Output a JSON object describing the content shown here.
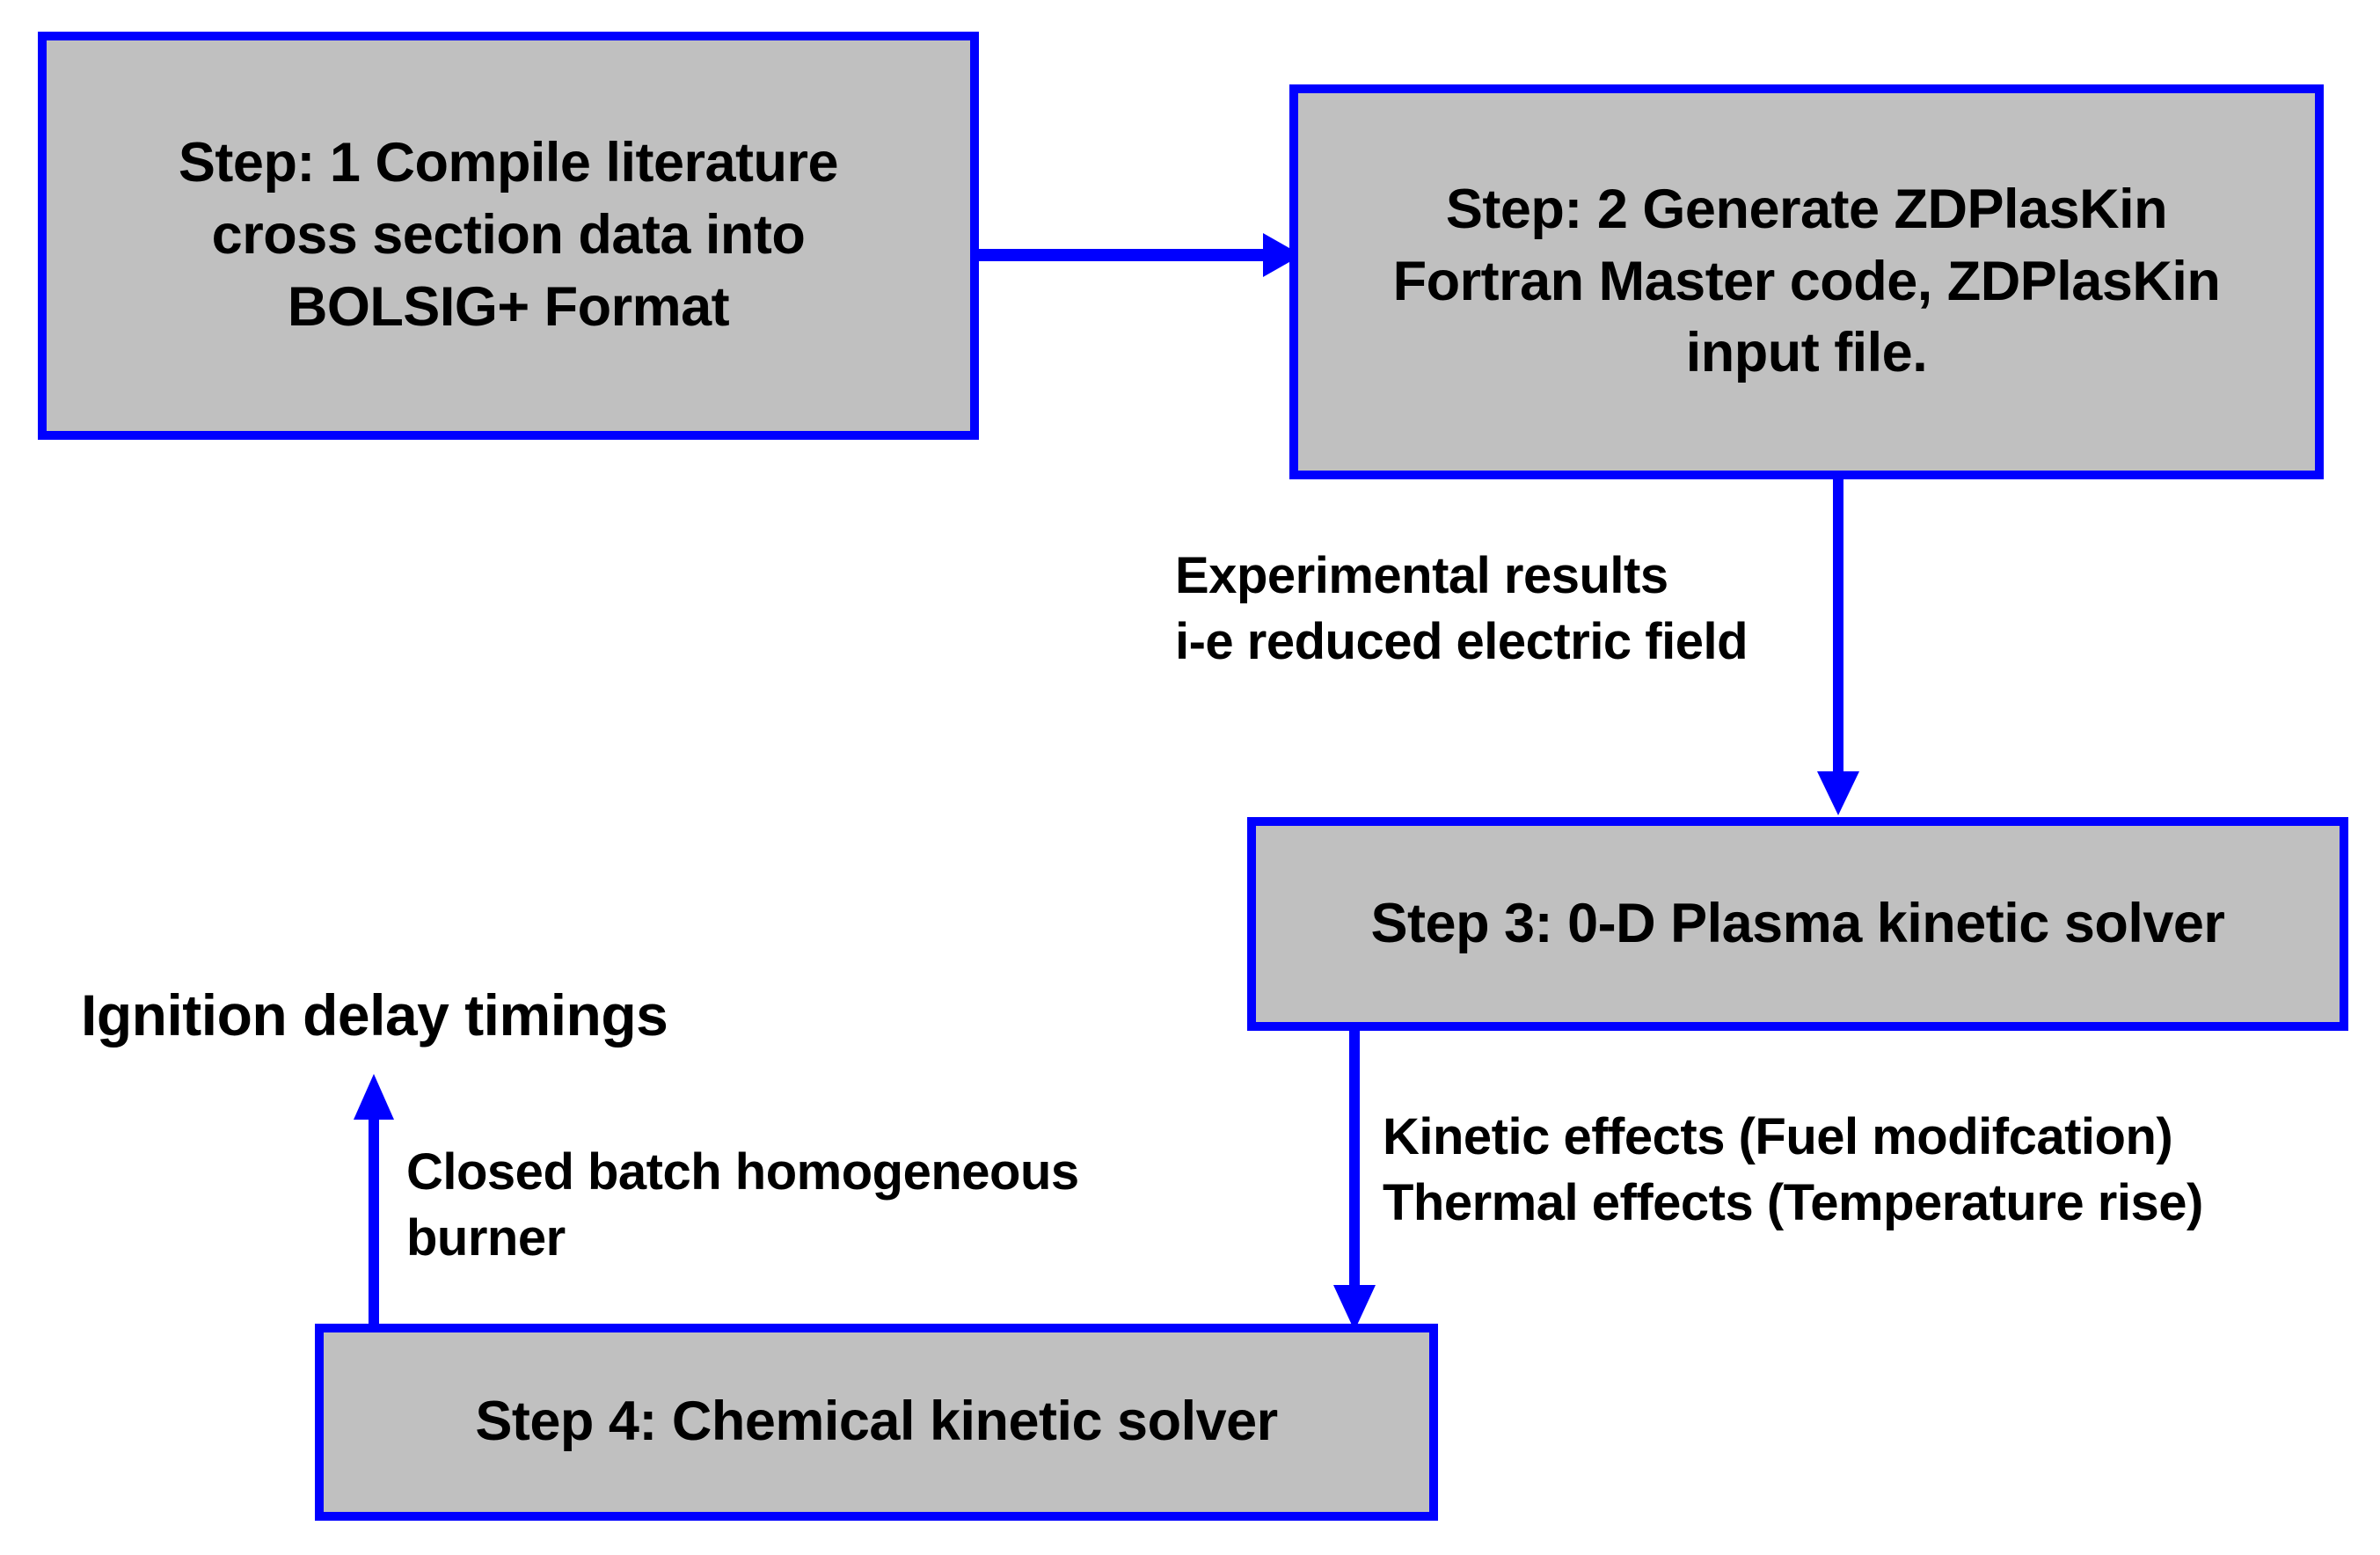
{
  "diagram": {
    "title_text": "",
    "colors": {
      "node_fill": "#c0c0c0",
      "node_border": "#0000ff",
      "edge": "#0000ff",
      "text": "#000000",
      "background": "#ffffff"
    },
    "nodes": [
      {
        "id": "step1",
        "name": "step-1-box",
        "label": "Step: 1 Compile literature\ncross section data into\nBOLSIG+ Format"
      },
      {
        "id": "step2",
        "name": "step-2-box",
        "label": "Step: 2 Generate ZDPlasKin\nFortran Master code, ZDPlasKin\ninput file."
      },
      {
        "id": "step3",
        "name": "step-3-box",
        "label": "Step 3: 0-D Plasma kinetic solver"
      },
      {
        "id": "step4",
        "name": "step-4-box",
        "label": "Step 4: Chemical kinetic solver"
      }
    ],
    "edges": [
      {
        "id": "e1",
        "from": "step1",
        "to": "step2",
        "label": ""
      },
      {
        "id": "e2",
        "from": "step2",
        "to": "step3",
        "label": "Experimental results\ni-e reduced electric field"
      },
      {
        "id": "e3",
        "from": "step3",
        "to": "step4",
        "label": "Kinetic effects (Fuel modifcation)\nThermal effects (Temperature rise)"
      },
      {
        "id": "e4",
        "from": "step4",
        "to": "output",
        "label": "Closed batch homogeneous\nburner"
      }
    ],
    "outputs": [
      {
        "id": "output",
        "name": "ignition-delay-timings-label",
        "label": "Ignition delay timings"
      }
    ]
  }
}
